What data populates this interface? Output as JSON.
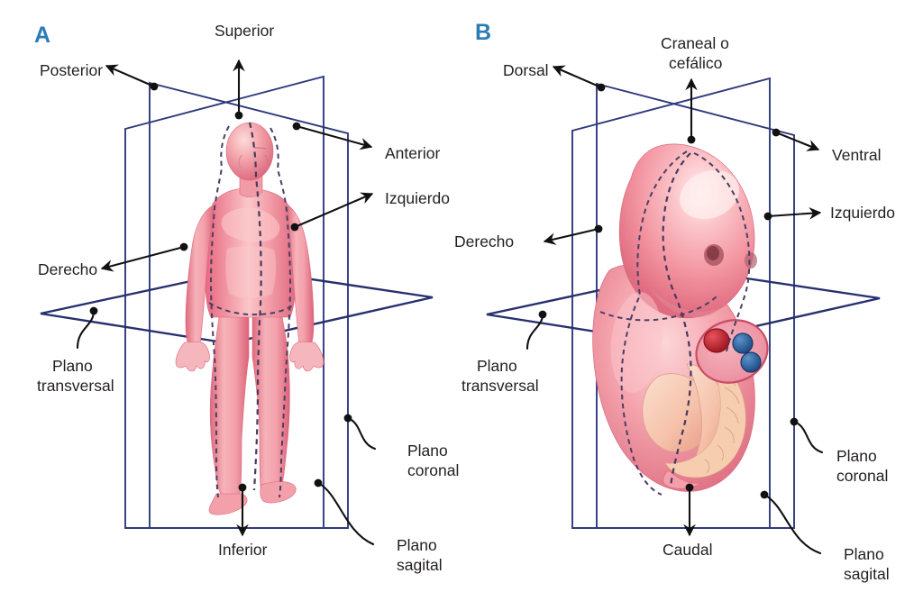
{
  "figure": {
    "title": "Planos y términos de orientación anatómica",
    "background_color": "#ffffff",
    "panel_letter_color": "#2b7cb5",
    "plane_line_color": "#2e3a7c",
    "leader_line_color": "#111111",
    "body_outline_dash_color": "#463a5e",
    "skin_color": "#f2899a",
    "skin_highlight_color": "#fbd3d6",
    "artery_color": "#c9202a",
    "vein_color": "#2a5fa0"
  },
  "panels": [
    {
      "id": "panel-a",
      "letter": "A",
      "subject": "adulto",
      "directions": [
        {
          "name": "superior",
          "label": "Superior",
          "arrow": "up"
        },
        {
          "name": "inferior",
          "label": "Inferior",
          "arrow": "down"
        },
        {
          "name": "posterior",
          "label": "Posterior",
          "arrow": "upper-left"
        },
        {
          "name": "anterior",
          "label": "Anterior",
          "arrow": "upper-right"
        },
        {
          "name": "derecho",
          "label": "Derecho",
          "arrow": "left"
        },
        {
          "name": "izquierdo",
          "label": "Izquierdo",
          "arrow": "right"
        }
      ],
      "planes": [
        {
          "name": "transversal",
          "line1": "Plano",
          "line2": "transversal"
        },
        {
          "name": "coronal",
          "line1": "Plano",
          "line2": "coronal"
        },
        {
          "name": "sagital",
          "line1": "Plano",
          "line2": "sagital"
        }
      ]
    },
    {
      "id": "panel-b",
      "letter": "B",
      "subject": "embrión",
      "directions": [
        {
          "name": "craneal",
          "label": "Craneal o",
          "label2": "cefálico",
          "arrow": "up"
        },
        {
          "name": "caudal",
          "label": "Caudal",
          "arrow": "down"
        },
        {
          "name": "dorsal",
          "label": "Dorsal",
          "arrow": "upper-left"
        },
        {
          "name": "ventral",
          "label": "Ventral",
          "arrow": "upper-right"
        },
        {
          "name": "derecho",
          "label": "Derecho",
          "arrow": "left"
        },
        {
          "name": "izquierdo",
          "label": "Izquierdo",
          "arrow": "right"
        }
      ],
      "planes": [
        {
          "name": "transversal",
          "line1": "Plano",
          "line2": "transversal"
        },
        {
          "name": "coronal",
          "line1": "Plano",
          "line2": "coronal"
        },
        {
          "name": "sagital",
          "line1": "Plano",
          "line2": "sagital"
        }
      ]
    }
  ],
  "labels": {
    "a_letter": "A",
    "b_letter": "B",
    "a_superior": "Superior",
    "a_inferior": "Inferior",
    "a_posterior": "Posterior",
    "a_anterior": "Anterior",
    "a_derecho": "Derecho",
    "a_izquierdo": "Izquierdo",
    "a_plano_t1": "Plano",
    "a_plano_t2": "transversal",
    "a_plano_c1": "Plano",
    "a_plano_c2": "coronal",
    "a_plano_s1": "Plano",
    "a_plano_s2": "sagital",
    "b_craneal1": "Craneal o",
    "b_craneal2": "cefálico",
    "b_caudal": "Caudal",
    "b_dorsal": "Dorsal",
    "b_ventral": "Ventral",
    "b_derecho": "Derecho",
    "b_izquierdo": "Izquierdo",
    "b_plano_t1": "Plano",
    "b_plano_t2": "transversal",
    "b_plano_c1": "Plano",
    "b_plano_c2": "coronal",
    "b_plano_s1": "Plano",
    "b_plano_s2": "sagital"
  }
}
